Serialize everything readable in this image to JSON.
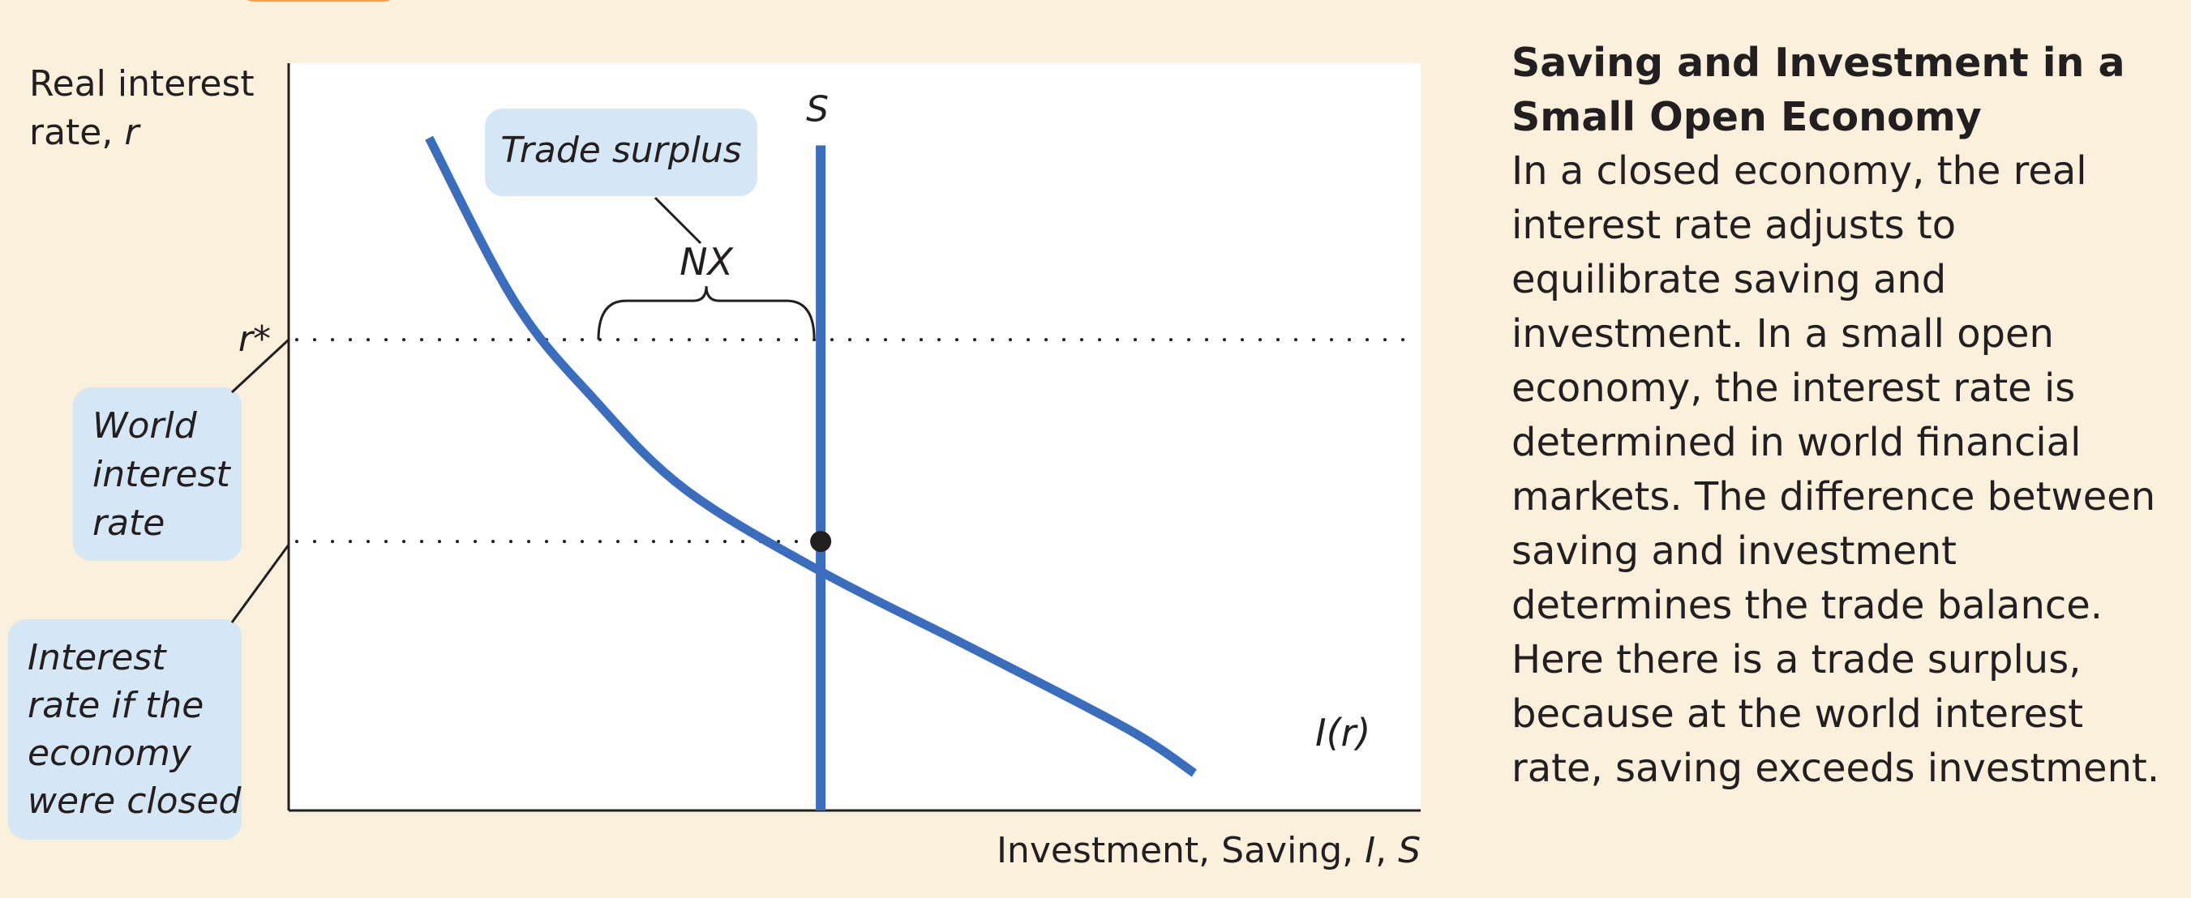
{
  "chart_data": {
    "type": "line",
    "title": "",
    "ylabel": [
      "Real interest",
      "rate, r"
    ],
    "xlabel": [
      "Investment, Saving, ",
      "I",
      ", ",
      "S"
    ],
    "x_domain": [
      0,
      10
    ],
    "y_domain": [
      0,
      10
    ],
    "series": [
      {
        "name": "I(r)",
        "x": [
          1.24,
          2.0,
          2.7,
          3.5,
          4.7,
          6.0,
          7.4,
          8.0
        ],
        "y": [
          9.0,
          6.8,
          5.5,
          4.3,
          3.2,
          2.2,
          1.1,
          0.5
        ]
      },
      {
        "name": "S",
        "x": [
          4.7,
          4.7
        ],
        "y": [
          0,
          8.9
        ]
      }
    ],
    "world_rate": 6.3,
    "closed_rate": 3.6,
    "curve_labels": {
      "saving": "S",
      "investment": "I(r)",
      "nx": "NX"
    },
    "tick_labels": {
      "world": "r*"
    },
    "callouts": {
      "trade_surplus": "Trade surplus",
      "world_rate": [
        "World",
        "interest",
        "rate"
      ],
      "closed_rate": [
        "Interest",
        "rate if the",
        "economy",
        "were closed"
      ]
    },
    "colors": {
      "curve": "#3b6dbe",
      "callout_bg": "#d5e6f4",
      "axis": "#231f20",
      "point": "#231f20"
    }
  },
  "panel": {
    "title": "Saving and Investment in a Small Open Economy",
    "caption": "In a closed economy, the real interest rate adjusts to equilibrate saving and investment. In a small open economy, the interest rate is determined in world financial markets. The difference between saving and investment determines the trade balance. Here there is a trade surplus, because at the world interest rate, saving exceeds investment."
  }
}
